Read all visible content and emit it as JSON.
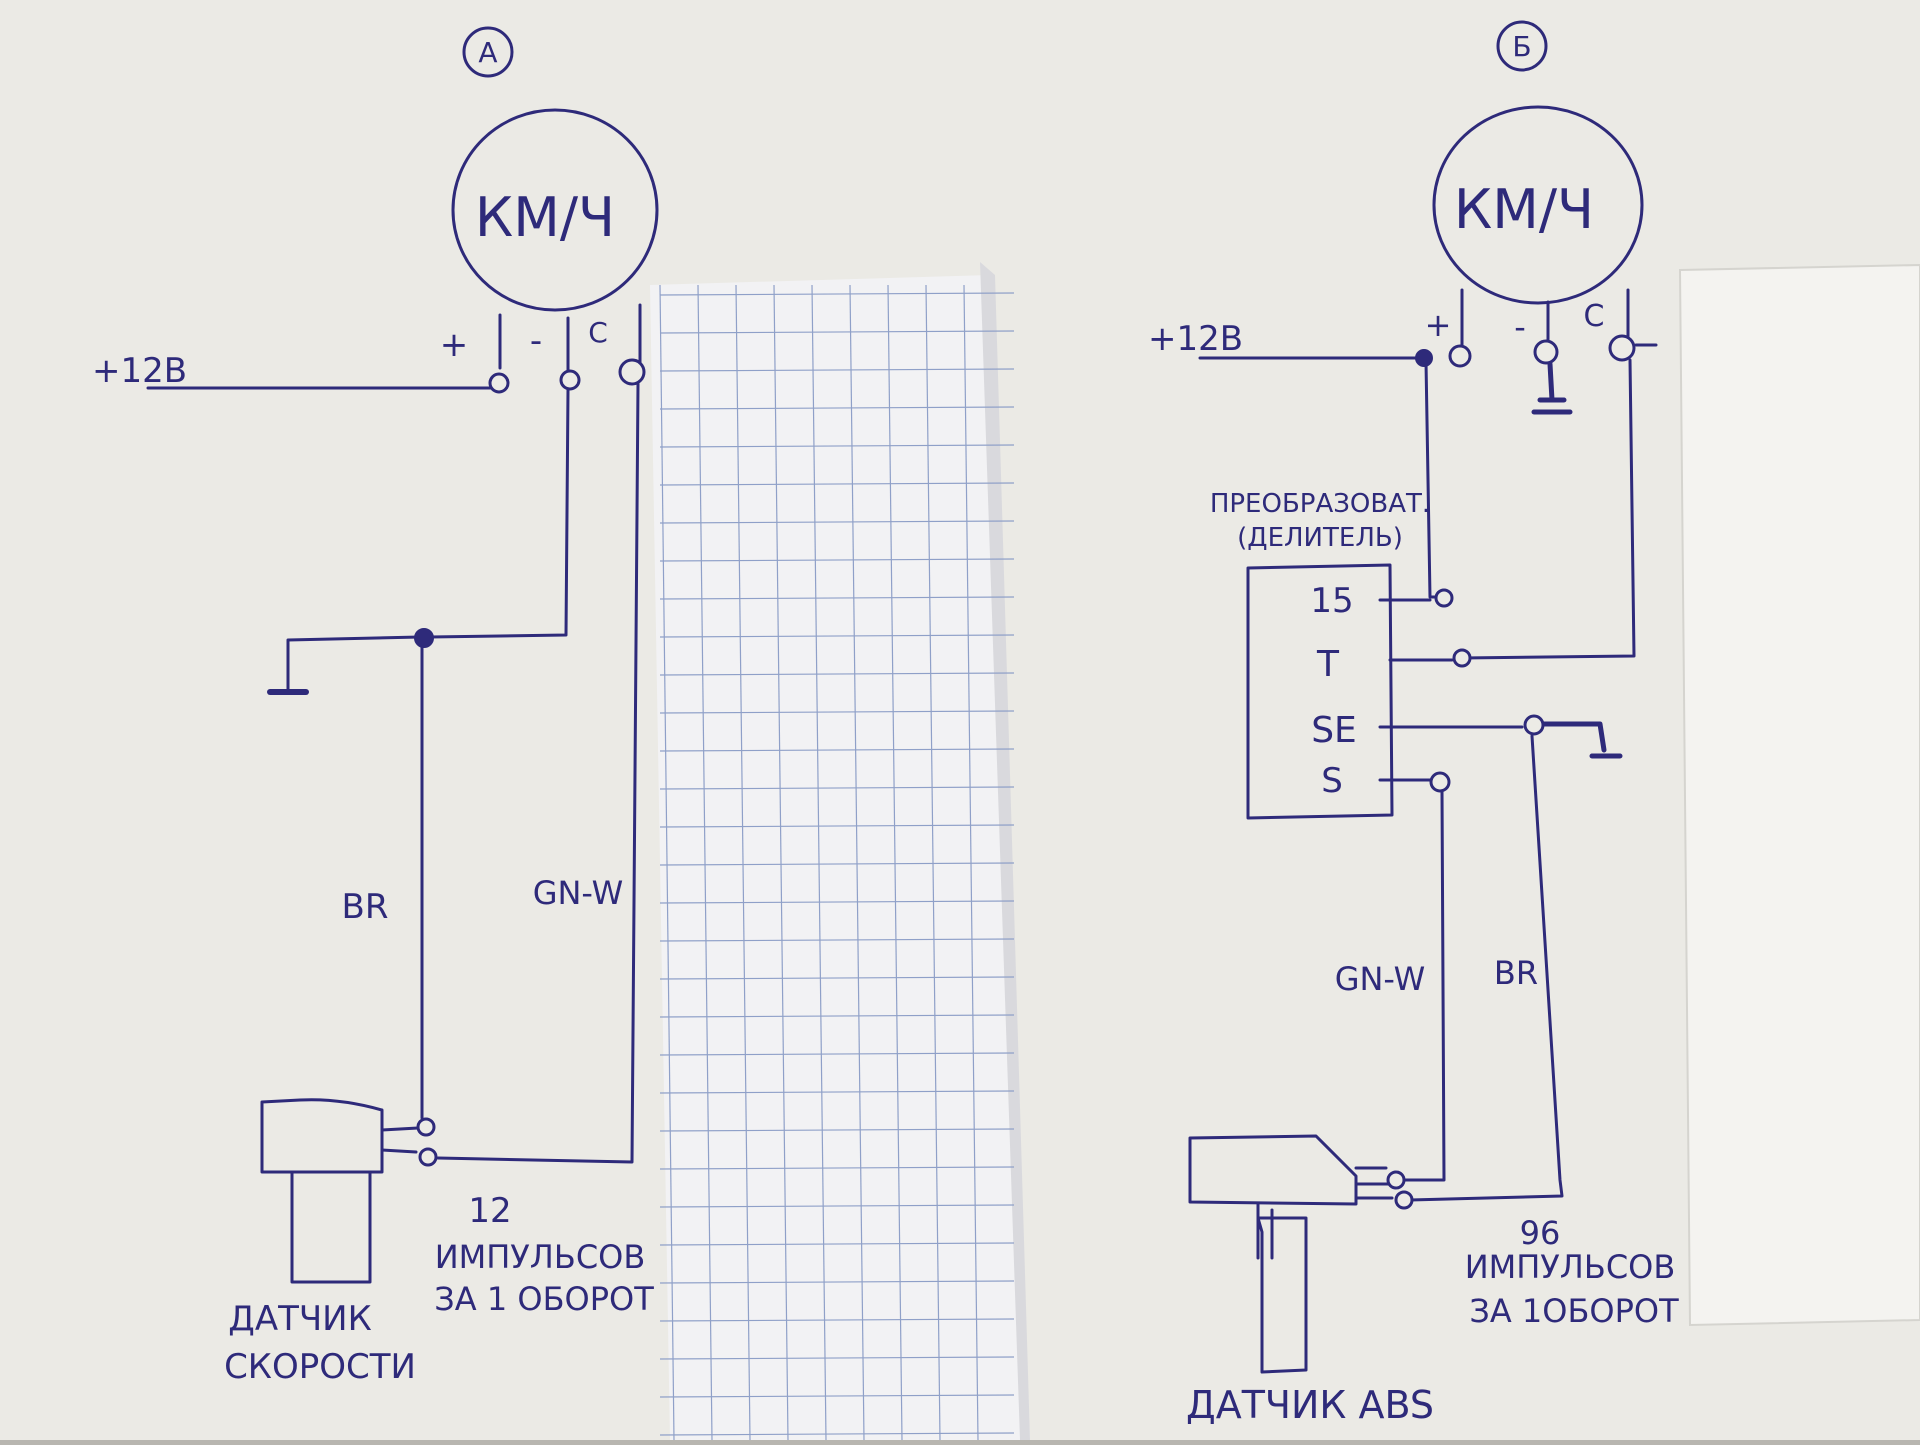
{
  "diagram_a": {
    "label": "А",
    "gauge": "КМ/Ч",
    "pin_plus": "+",
    "pin_minus": "-",
    "pin_c": "С",
    "supply": "+12В",
    "wire_br": "BR",
    "wire_gnw": "GN-W",
    "pulses_count": "12",
    "pulses_word": "ИМПУЛЬСОВ",
    "pulses_per": "ЗА 1 ОБОРОТ",
    "sensor_line1": "ДАТЧИК",
    "sensor_line2": "СКОРОСТИ"
  },
  "diagram_b": {
    "label": "Б",
    "gauge": "КМ/Ч",
    "pin_plus": "+",
    "pin_minus": "-",
    "pin_c": "С",
    "supply": "+12В",
    "converter_line1": "ПРЕОБРАЗОВАТ.",
    "converter_line2": "(ДЕЛИТЕЛЬ)",
    "pins": [
      "15",
      "T",
      "SE",
      "S"
    ],
    "wire_gnw": "GN-W",
    "wire_br": "BR",
    "pulses_count": "96",
    "pulses_word": "ИМПУЛЬСОВ",
    "pulses_per": "ЗА 1ОБОРОТ",
    "sensor": "ДАТЧИК ABS"
  }
}
